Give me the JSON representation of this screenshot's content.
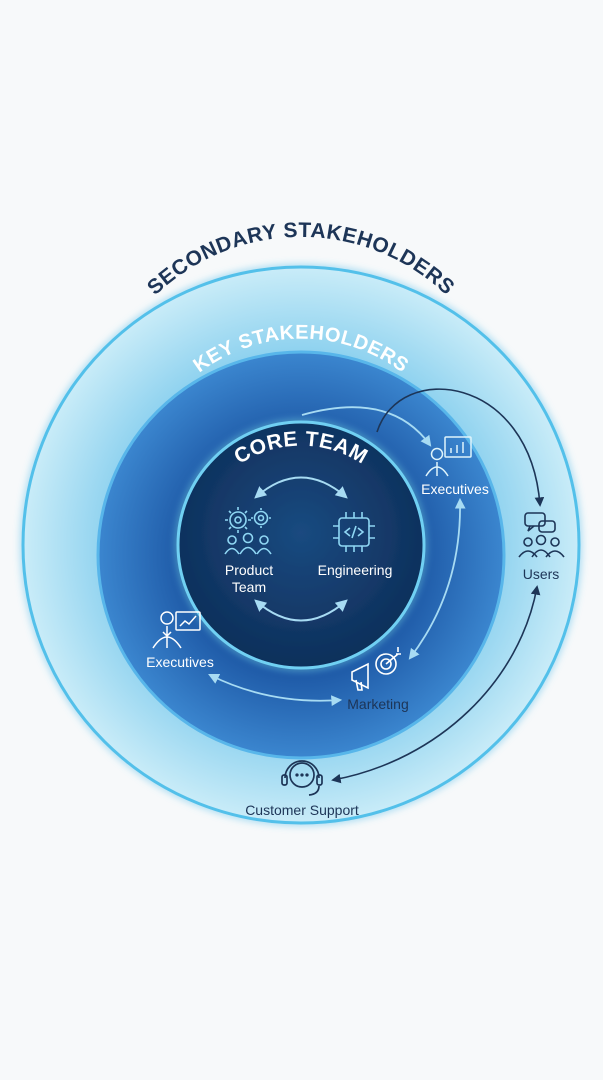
{
  "diagram": {
    "rings": {
      "secondary": {
        "title": "SECONDARY STAKEHOLDERS"
      },
      "key": {
        "title": "KEY STAKEHOLDERS"
      },
      "core": {
        "title": "CORE TEAM"
      }
    },
    "nodes": {
      "product_team": {
        "line1": "Product",
        "line2": "Team",
        "icon": "gears-people-icon"
      },
      "engineering": {
        "label": "Engineering",
        "icon": "code-chip-icon"
      },
      "executives_right": {
        "label": "Executives",
        "icon": "presenter-chart-icon"
      },
      "executives_left": {
        "label": "Executives",
        "icon": "presenter-chart-icon"
      },
      "marketing": {
        "label": "Marketing",
        "icon": "megaphone-target-icon"
      },
      "users": {
        "label": "Users",
        "icon": "users-chat-icon"
      },
      "customer_support": {
        "label": "Customer Support",
        "icon": "headset-icon"
      }
    },
    "colors": {
      "background": "#f7f9fa",
      "outer_ring": "#aee0f4",
      "outer_ring_stroke": "#53c0ea",
      "key_ring": "#2a6fbd",
      "key_ring_stroke": "#58b6ea",
      "core": "#123a6a",
      "core_stroke": "#6fd0f3",
      "dark_text": "#1d3557",
      "light_text": "#ffffff",
      "arrow_light": "#a7dbf3",
      "arrow_dark": "#1d3557"
    }
  }
}
